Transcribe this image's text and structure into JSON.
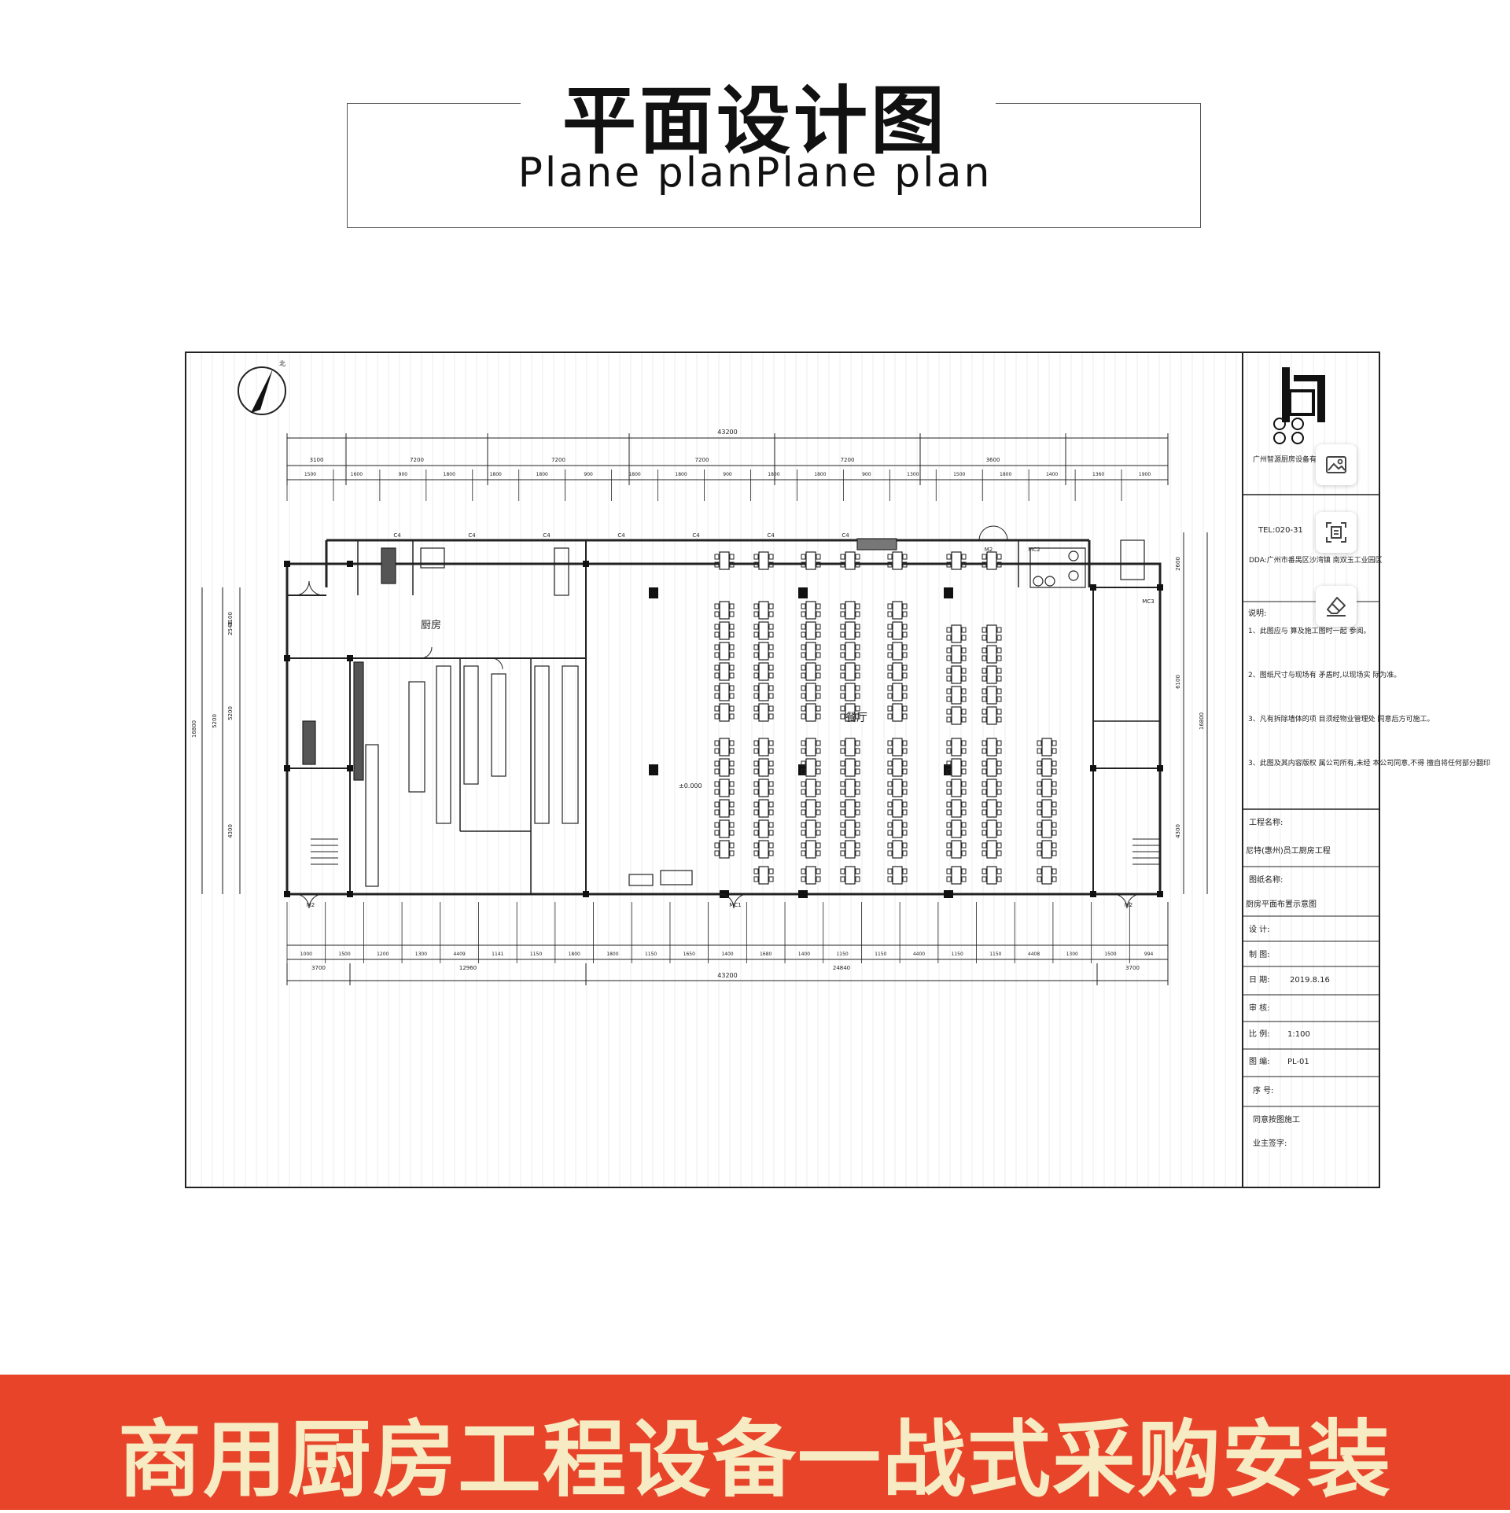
{
  "header": {
    "title_cn": "平面设计图",
    "title_en": "Plane planPlane plan"
  },
  "plan": {
    "north_label": "北",
    "rooms": {
      "kitchen": "厨房",
      "dining": "餐厅"
    },
    "dimensions": {
      "total_top": "43200",
      "total_bottom": "43200",
      "top_segments": [
        "3100",
        "7200",
        "7200",
        "7200",
        "7200",
        "3600"
      ],
      "top_sub": [
        "1500",
        "1600",
        "900",
        "1800",
        "1800",
        "1800",
        "900",
        "1800",
        "1800",
        "900",
        "1800",
        "1800",
        "900",
        "1300",
        "1500",
        "1800",
        "1400",
        "1360",
        "1900"
      ],
      "bottom_segments": [
        "3700",
        "12960",
        "24840",
        "3700"
      ],
      "bottom_sub": [
        "1000",
        "1500",
        "1200",
        "1300",
        "4409",
        "1141",
        "1150",
        "1800",
        "1800",
        "1150",
        "1650",
        "1400",
        "1680",
        "1400",
        "1150",
        "1150",
        "4400",
        "1150",
        "1150",
        "4408",
        "1300",
        "1500",
        "994"
      ],
      "left_side": [
        "3100",
        "2548",
        "5200",
        "5200",
        "4300",
        "16800"
      ],
      "right_side": [
        "2600",
        "6100",
        "4300",
        "16800"
      ],
      "level": "±0.000"
    },
    "doors": [
      "C4",
      "C4",
      "C4",
      "C4",
      "C4",
      "C4",
      "C4",
      "M2",
      "MC2",
      "MC3",
      "M2",
      "M2",
      "MC1"
    ]
  },
  "title_block": {
    "company": "广州智源厨房设备有限公司",
    "tel": "TEL:020-31",
    "address": "DDA:广州市番禺区沙湾镇 南双玉工业园区",
    "notes_title": "说明:",
    "notes": [
      "1、此图应与 算及施工图时一起 参阅。",
      "2、图纸尺寸与现场有 矛盾时,以现场实 际为准。",
      "3、凡有拆除墙体的项 目须经物业管理处 同意后方可施工。",
      "3、此图及其内容版权 属公司所有,未经 本公司同意,不得 擅自将任何部分翻印"
    ],
    "project_label": "工程名称:",
    "project_value": "尼特(惠州)员工厨房工程",
    "drawing_label": "图纸名称:",
    "drawing_value": "厨房平面布置示意图",
    "design_label": "设  计:",
    "draw_label": "制  图:",
    "date_label": "日  期:",
    "date_value": "2019.8.16",
    "review_label": "审  核:",
    "scale_label": "比  例:",
    "scale_value": "1:100",
    "number_label": "图  编:",
    "number_value": "PL-01",
    "seq_label": "序  号:",
    "approve_label": "同意按图施工",
    "owner_label": "业主签字:"
  },
  "toolbar_icons": [
    "image-icon",
    "scan-icon",
    "eraser-icon"
  ],
  "banner": {
    "text": "商用厨房工程设备一战式采购安装"
  },
  "colors": {
    "banner_bg": "#e8442a",
    "banner_text": "#f7ebc4"
  }
}
